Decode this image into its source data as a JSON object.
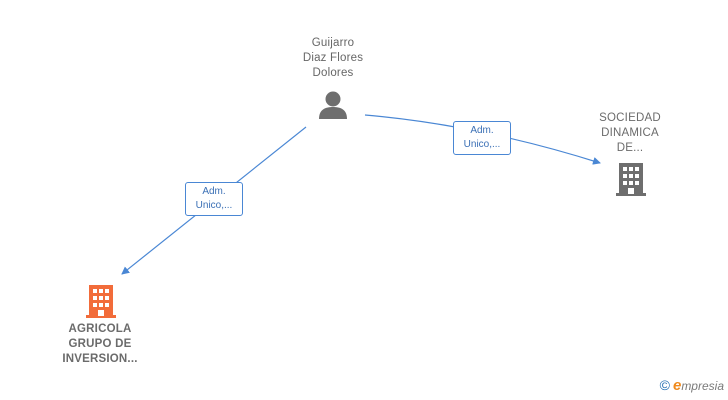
{
  "people": [
    {
      "id": "person-guijarro",
      "name_lines": [
        "Guijarro",
        "Diaz Flores",
        "Dolores"
      ]
    }
  ],
  "companies": [
    {
      "id": "company-sociedad",
      "name_lines": [
        "SOCIEDAD",
        "DINAMICA",
        "DE..."
      ],
      "color": "#6e6e6e"
    },
    {
      "id": "company-agricola",
      "name_lines": [
        "AGRICOLA",
        "GRUPO DE",
        "INVERSION..."
      ],
      "color": "#f26c3a"
    }
  ],
  "relations": [
    {
      "id": "rel-sociedad",
      "from": "person-guijarro",
      "to": "company-sociedad",
      "label_lines": [
        "Adm.",
        "Unico,..."
      ]
    },
    {
      "id": "rel-agricola",
      "from": "person-guijarro",
      "to": "company-agricola",
      "label_lines": [
        "Adm.",
        "Unico,..."
      ]
    }
  ],
  "colors": {
    "edge": "#4a87d4",
    "person_icon": "#6e6e6e"
  },
  "footer": {
    "copyright_symbol": "©",
    "brand_initial": "e",
    "brand_rest": "mpresia"
  }
}
